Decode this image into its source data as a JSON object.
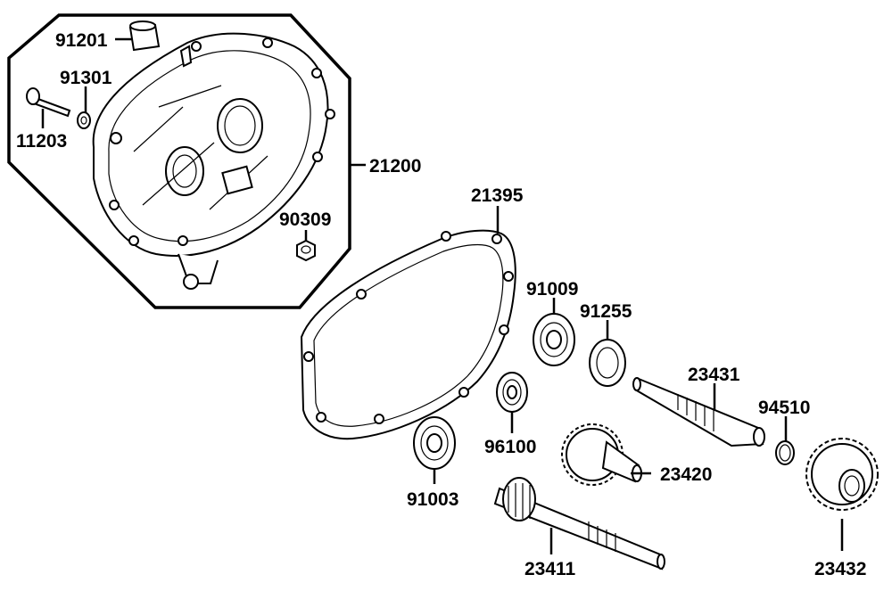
{
  "diagram": {
    "labels": {
      "p91201": "91201",
      "p91301": "91301",
      "p11203": "11203",
      "p21200": "21200",
      "p90309": "90309",
      "p21395": "21395",
      "p91009": "91009",
      "p91255": "91255",
      "p23431": "23431",
      "p94510": "94510",
      "p96100": "96100",
      "p23420": "23420",
      "p91003": "91003",
      "p23411": "23411",
      "p23432": "23432"
    },
    "colors": {
      "line": "#000000",
      "background": "#ffffff",
      "part_fill": "#ffffff"
    }
  }
}
